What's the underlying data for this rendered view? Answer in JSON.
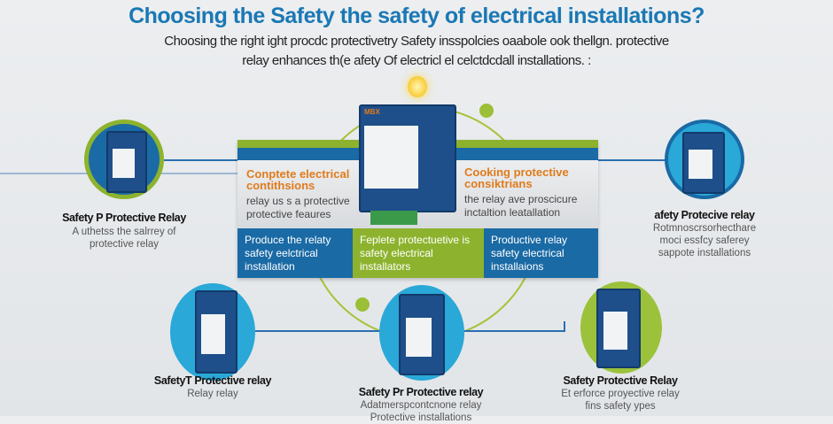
{
  "title": "Choosing the Safety the safety of electrical installations?",
  "subtitle": [
    "Choosing the right ight procdc protectivetry Safety insspolcies oaabole ook thellgn. protective",
    "relay enhances th(e afety Of electricl el celctdcdall installations. :"
  ],
  "panel": {
    "left": {
      "heading": "Conptete electrical contithsions",
      "text": "relay us s a protective protective feaures"
    },
    "right": {
      "heading": "Cooking protective consiktrians",
      "text": "the relay ave proscicure inctaltion leatallation"
    },
    "cells": [
      "Produce the relaty safety eelctrical installation",
      "Feplete protectuetive is safety electrical installators",
      "Productive relay safety electrical installaions"
    ]
  },
  "device_brand": "MBX",
  "nodes": [
    {
      "label": "Safety P Protective Relay",
      "desc": "A uthetss the salrrey of protective relay"
    },
    {
      "label": "afety Protecive relay",
      "desc": "Rotmnoscrsorhecthare moci essfcy saferey sappote installations"
    },
    {
      "label": "SafetyT Protective relay",
      "desc": "Relay relay"
    },
    {
      "label": "Safety Pr Protective relay",
      "desc": "Adatmerspcontcnone relay Protective installations"
    },
    {
      "label": "Safety Protective Relay",
      "desc": "Et erforce proyective relay fins safety ypes"
    }
  ],
  "colors": {
    "blue": "#1a6aa5",
    "green": "#8db32e",
    "orange": "#e07b1c"
  }
}
